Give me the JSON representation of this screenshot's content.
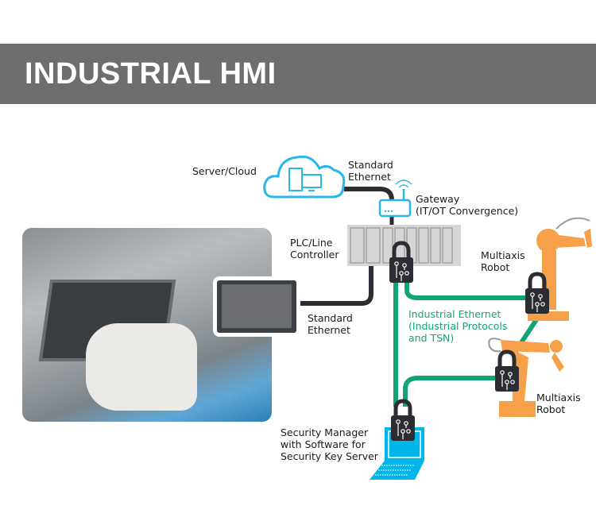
{
  "header": {
    "title": "INDUSTRIAL HMI"
  },
  "labels": {
    "server_cloud": "Server/Cloud",
    "standard_ethernet_top": "Standard\nEthernet",
    "gateway": "Gateway\n(IT/OT Convergence)",
    "plc": "PLC/Line\nController",
    "standard_ethernet_bottom": "Standard\nEthernet",
    "industrial_ethernet": "Industrial Ethernet\n(Industrial Protocols\nand TSN)",
    "robot_top": "Multiaxis\nRobot",
    "robot_bottom": "Multiaxis\nRobot",
    "security_manager": "Security Manager\nwith Software for\nSecurity Key Server"
  },
  "colors": {
    "banner": "#6e6e6e",
    "cloud": "#29b6e8",
    "ethernet_dark": "#2b2d33",
    "industrial_green": "#12a477",
    "robot": "#f7a04a",
    "lock": "#2b2d33"
  }
}
